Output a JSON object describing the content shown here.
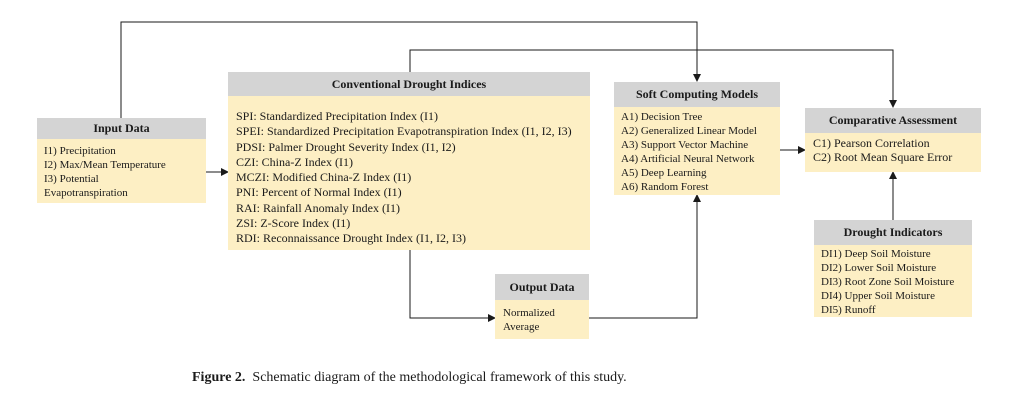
{
  "input_data": {
    "title": "Input Data",
    "items": [
      "I1) Precipitation",
      "I2) Max/Mean Temperature",
      "I3) Potential",
      "Evapotranspiration"
    ]
  },
  "conventional": {
    "title": "Conventional Drought Indices",
    "items": [
      "SPI: Standardized Precipitation Index (I1)",
      "SPEI: Standardized Precipitation Evapotranspiration Index (I1, I2, I3)",
      "PDSI: Palmer Drought Severity Index (I1, I2)",
      "CZI: China-Z Index (I1)",
      "MCZI: Modified China-Z Index (I1)",
      "PNI: Percent of Normal Index (I1)",
      "RAI: Rainfall Anomaly Index (I1)",
      "ZSI: Z-Score Index (I1)",
      "RDI: Reconnaissance Drought Index (I1, I2, I3)"
    ]
  },
  "soft_computing": {
    "title": "Soft Computing Models",
    "items": [
      "A1) Decision Tree",
      "A2) Generalized Linear Model",
      "A3) Support Vector Machine",
      "A4) Artificial Neural Network",
      "A5) Deep Learning",
      "A6) Random Forest"
    ]
  },
  "comparative": {
    "title": "Comparative Assessment",
    "items": [
      "C1) Pearson Correlation",
      "C2) Root Mean Square Error"
    ]
  },
  "output_data": {
    "title": "Output Data",
    "items": [
      "Normalized",
      "Average"
    ]
  },
  "drought_indicators": {
    "title": "Drought Indicators",
    "items": [
      "DI1) Deep Soil Moisture",
      "DI2) Lower Soil Moisture",
      "DI3) Root Zone Soil Moisture",
      "DI4) Upper Soil Moisture",
      "DI5) Runoff"
    ]
  },
  "caption": {
    "label": "Figure 2.",
    "text": "Schematic diagram of the methodological framework of this study."
  },
  "colors": {
    "header": "#d4d4d4",
    "body": "#fdefc4",
    "line": "#1a1a1a"
  }
}
